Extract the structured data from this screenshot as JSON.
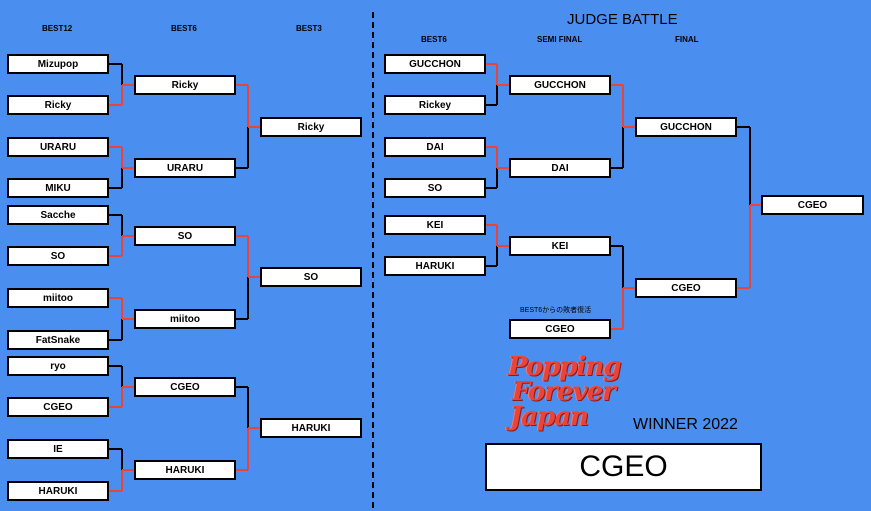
{
  "headers": {
    "best12": "BEST12",
    "best6_left": "BEST6",
    "best3": "BEST3",
    "judge_title": "JUDGE BATTLE",
    "best6_right": "BEST6",
    "semi_final": "SEMI FINAL",
    "final": "FINAL"
  },
  "left": {
    "round1": [
      "Mizupop",
      "Ricky",
      "URARU",
      "MIKU",
      "Sacche",
      "SO",
      "miitoo",
      "FatSnake",
      "ryo",
      "CGEO",
      "IE",
      "HARUKI"
    ],
    "round2": [
      "Ricky",
      "URARU",
      "SO",
      "miitoo",
      "CGEO",
      "HARUKI"
    ],
    "round3": [
      "Ricky",
      "SO",
      "HARUKI"
    ]
  },
  "right": {
    "round1": [
      "GUCCHON",
      "Rickey",
      "DAI",
      "SO",
      "KEI",
      "HARUKI"
    ],
    "semi": [
      "GUCCHON",
      "DAI",
      "KEI"
    ],
    "revival_note": "BEST6からの敗者復活",
    "revival": "CGEO",
    "final": [
      "GUCCHON",
      "CGEO"
    ],
    "champion": "CGEO"
  },
  "logo": {
    "line1": "Popping",
    "line2": "Forever",
    "line3": "Japan"
  },
  "winner_label": "WINNER 2022",
  "winner_name": "CGEO",
  "colors": {
    "background": "#4a8ef0",
    "winner_line": "#e8443a",
    "loser_line": "#000000"
  }
}
